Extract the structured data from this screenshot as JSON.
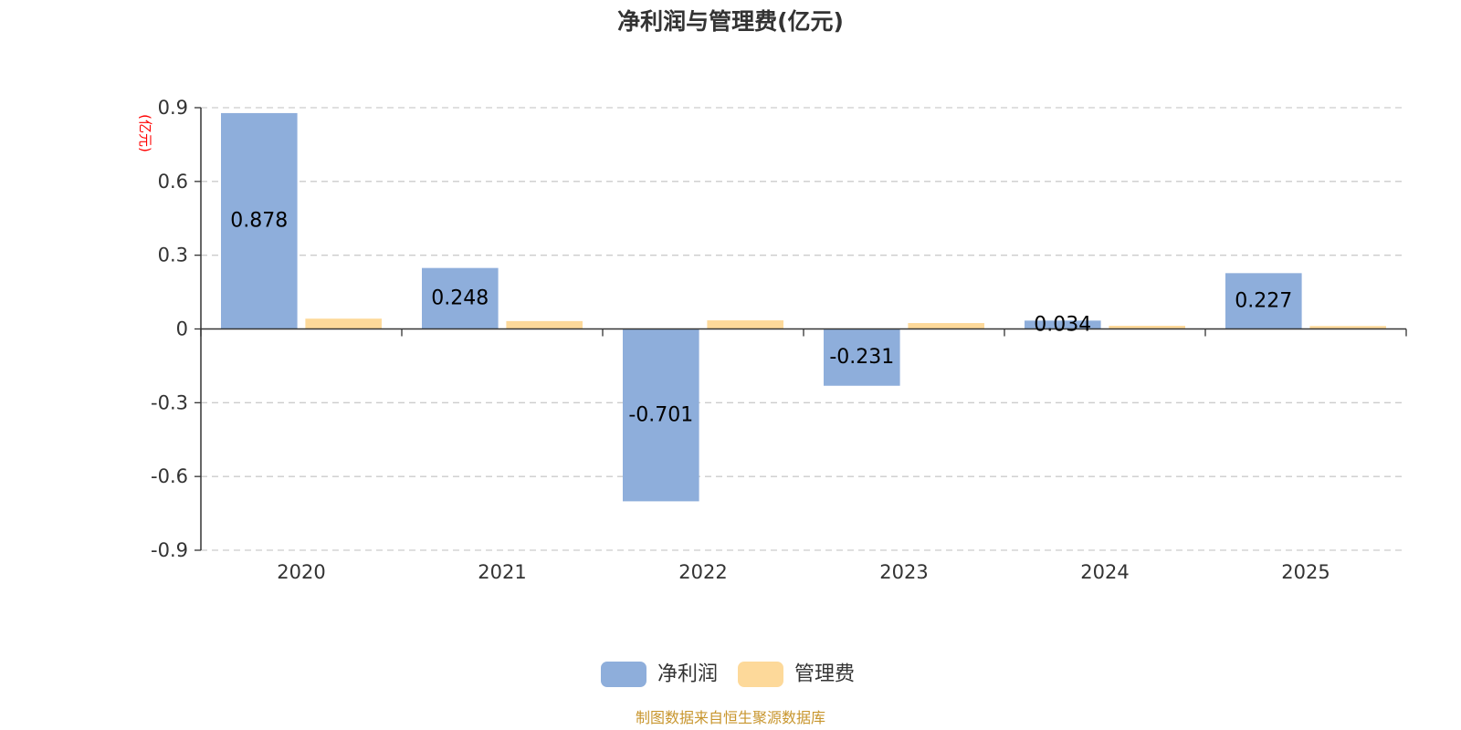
{
  "chart_data": {
    "type": "bar",
    "title": "净利润与管理费(亿元)",
    "unit_label": "(亿元)",
    "categories": [
      "2020",
      "2021",
      "2022",
      "2023",
      "2024",
      "2025"
    ],
    "series": [
      {
        "name": "净利润",
        "color": "#8eaedb",
        "values": [
          0.878,
          0.248,
          -0.701,
          -0.231,
          0.034,
          0.227
        ],
        "value_labels": [
          "0.878",
          "0.248",
          "-0.701",
          "-0.231",
          "0.034",
          "0.227"
        ]
      },
      {
        "name": "管理费",
        "color": "#fdd99a",
        "values": [
          0.042,
          0.032,
          0.035,
          0.024,
          0.013,
          0.012
        ]
      }
    ],
    "ylim": [
      -0.9,
      0.9
    ],
    "yticks": [
      0.9,
      0.6,
      0.3,
      0,
      -0.3,
      -0.6,
      -0.9
    ],
    "ytick_labels": [
      "0.9",
      "0.6",
      "0.3",
      "0",
      "-0.3",
      "-0.6",
      "-0.9"
    ],
    "grid": true,
    "legend_position": "bottom-center",
    "source": "制图数据来自恒生聚源数据库"
  }
}
